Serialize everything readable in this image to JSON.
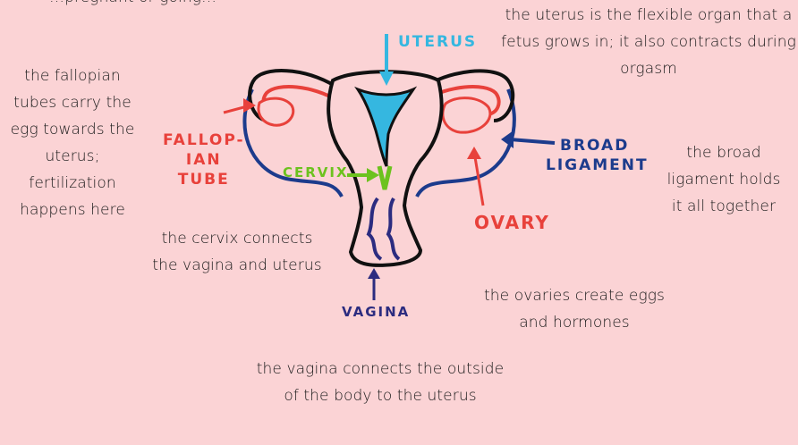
{
  "top_text": "…pregnant or going…",
  "captions": {
    "fallopian": "the fallopian tubes carry the egg towards the uterus; fertilization happens here",
    "uterus": "the uterus is the flexible organ that a fetus grows in; it also contracts during orgasm",
    "broad": "the broad ligament holds it all together",
    "cervix": "the cervix connects the vagina and uterus",
    "ovaries": "the ovaries create eggs and hormones",
    "vagina": "the vagina connects the outside of the body to the uterus"
  },
  "labels": {
    "uterus": "UTERUS",
    "fallopian_1": "FALLOP-",
    "fallopian_2": "IAN",
    "fallopian_3": "TUBE",
    "cervix": "CERVIX",
    "broad_1": "BROAD",
    "broad_2": "LIGAMENT",
    "ovary": "OVARY",
    "vagina": "VAGINA"
  },
  "colors": {
    "background": "#fbd3d5",
    "outline": "#111111",
    "broad_ligament": "#1c3b8c",
    "fallopian": "#e8413b",
    "cervix": "#6cc21e",
    "uterus_cavity": "#35b7e0",
    "vagina": "#2c2c80"
  }
}
